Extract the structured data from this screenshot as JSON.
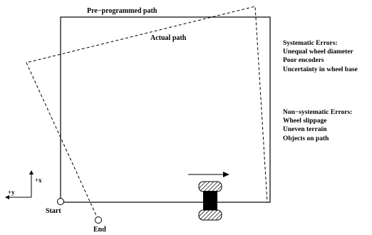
{
  "labels": {
    "preprogrammed_path": "Pre−programmed path",
    "actual_path": "Actual path",
    "start": "Start",
    "end": "End",
    "axis_x": "+x",
    "axis_y": "+y"
  },
  "systematic_errors": {
    "heading": "Systematic Errors:",
    "items": [
      "Unequal wheel diameter",
      "Poor encoders",
      "Uncertainty in wheel base"
    ]
  },
  "non_systematic_errors": {
    "heading": "Non−systematic Errors:",
    "items": [
      "Wheel slippage",
      "Uneven terrain",
      "Objects on path"
    ]
  }
}
